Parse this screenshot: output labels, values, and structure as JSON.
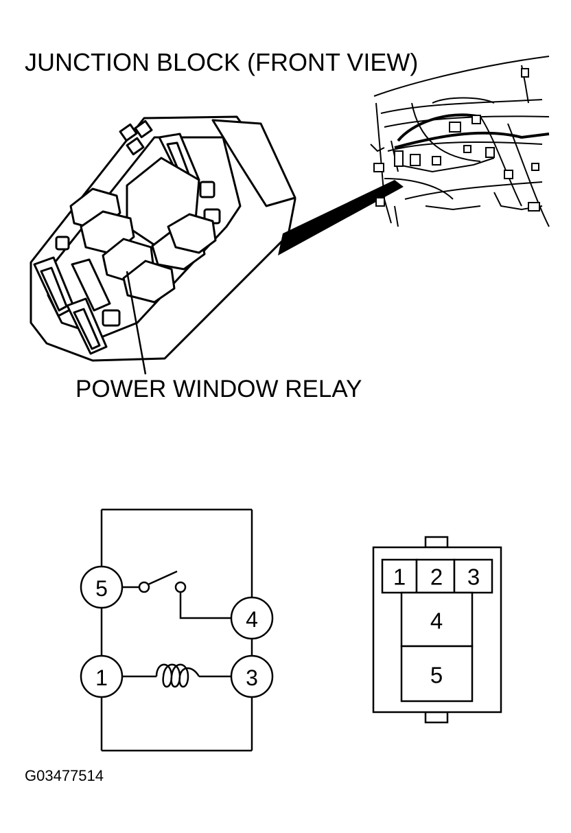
{
  "title": "JUNCTION BLOCK (FRONT VIEW)",
  "callout_label": "POWER WINDOW RELAY",
  "figure_id": "G03477514",
  "schematic": {
    "terminals": [
      "5",
      "4",
      "1",
      "3"
    ]
  },
  "connector": {
    "top_row": [
      "1",
      "2",
      "3"
    ],
    "middle": "4",
    "bottom": "5"
  }
}
